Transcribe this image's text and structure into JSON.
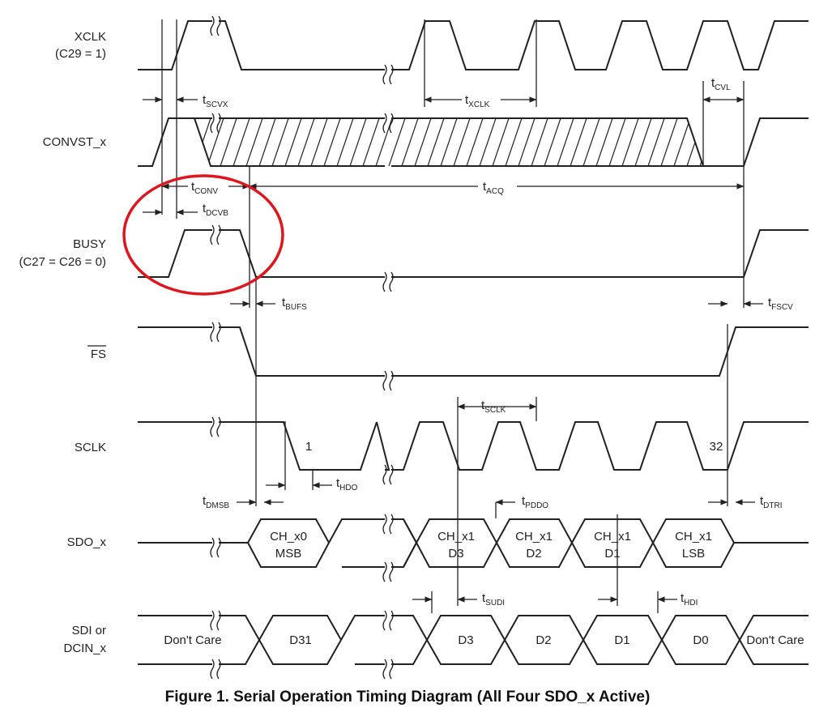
{
  "signals": {
    "xclk": {
      "name": "XCLK",
      "cond": "(C29 = 1)"
    },
    "convst": {
      "name": "CONVST_x"
    },
    "busy": {
      "name": "BUSY",
      "cond": "(C27 = C26 = 0)"
    },
    "fs": {
      "name": "FS"
    },
    "sclk": {
      "name": "SCLK"
    },
    "sdo": {
      "name": "SDO_x"
    },
    "sdi": {
      "name": "SDI or",
      "name2": "DCIN_x"
    }
  },
  "timing": {
    "scvx": {
      "t": "t",
      "sub": "SCVX"
    },
    "xclk": {
      "t": "t",
      "sub": "XCLK"
    },
    "cvl": {
      "t": "t",
      "sub": "CVL"
    },
    "conv": {
      "t": "t",
      "sub": "CONV"
    },
    "acq": {
      "t": "t",
      "sub": "ACQ"
    },
    "dcvb": {
      "t": "t",
      "sub": "DCVB"
    },
    "bufs": {
      "t": "t",
      "sub": "BUFS"
    },
    "fscv": {
      "t": "t",
      "sub": "FSCV"
    },
    "sclk": {
      "t": "t",
      "sub": "SCLK"
    },
    "hdo": {
      "t": "t",
      "sub": "HDO"
    },
    "dmsb": {
      "t": "t",
      "sub": "DMSB"
    },
    "pddo": {
      "t": "t",
      "sub": "PDDO"
    },
    "dtri": {
      "t": "t",
      "sub": "DTRI"
    },
    "sudi": {
      "t": "t",
      "sub": "SUDI"
    },
    "hdi": {
      "t": "t",
      "sub": "HDI"
    }
  },
  "sclk_labels": {
    "first": "1",
    "last": "32"
  },
  "sdo_cells": [
    {
      "line1": "CH_x0",
      "line2": "MSB"
    },
    {
      "line1": "CH_x1",
      "line2": "D3"
    },
    {
      "line1": "CH_x1",
      "line2": "D2"
    },
    {
      "line1": "CH_x1",
      "line2": "D1"
    },
    {
      "line1": "CH_x1",
      "line2": "LSB"
    }
  ],
  "sdi_cells": [
    "Don't Care",
    "D31",
    "D3",
    "D2",
    "D1",
    "D0",
    "Don't Care"
  ],
  "caption": "Figure 1.  Serial Operation Timing Diagram (All Four SDO_x Active)",
  "colors": {
    "line": "#222222",
    "highlight": "#e0151d"
  }
}
